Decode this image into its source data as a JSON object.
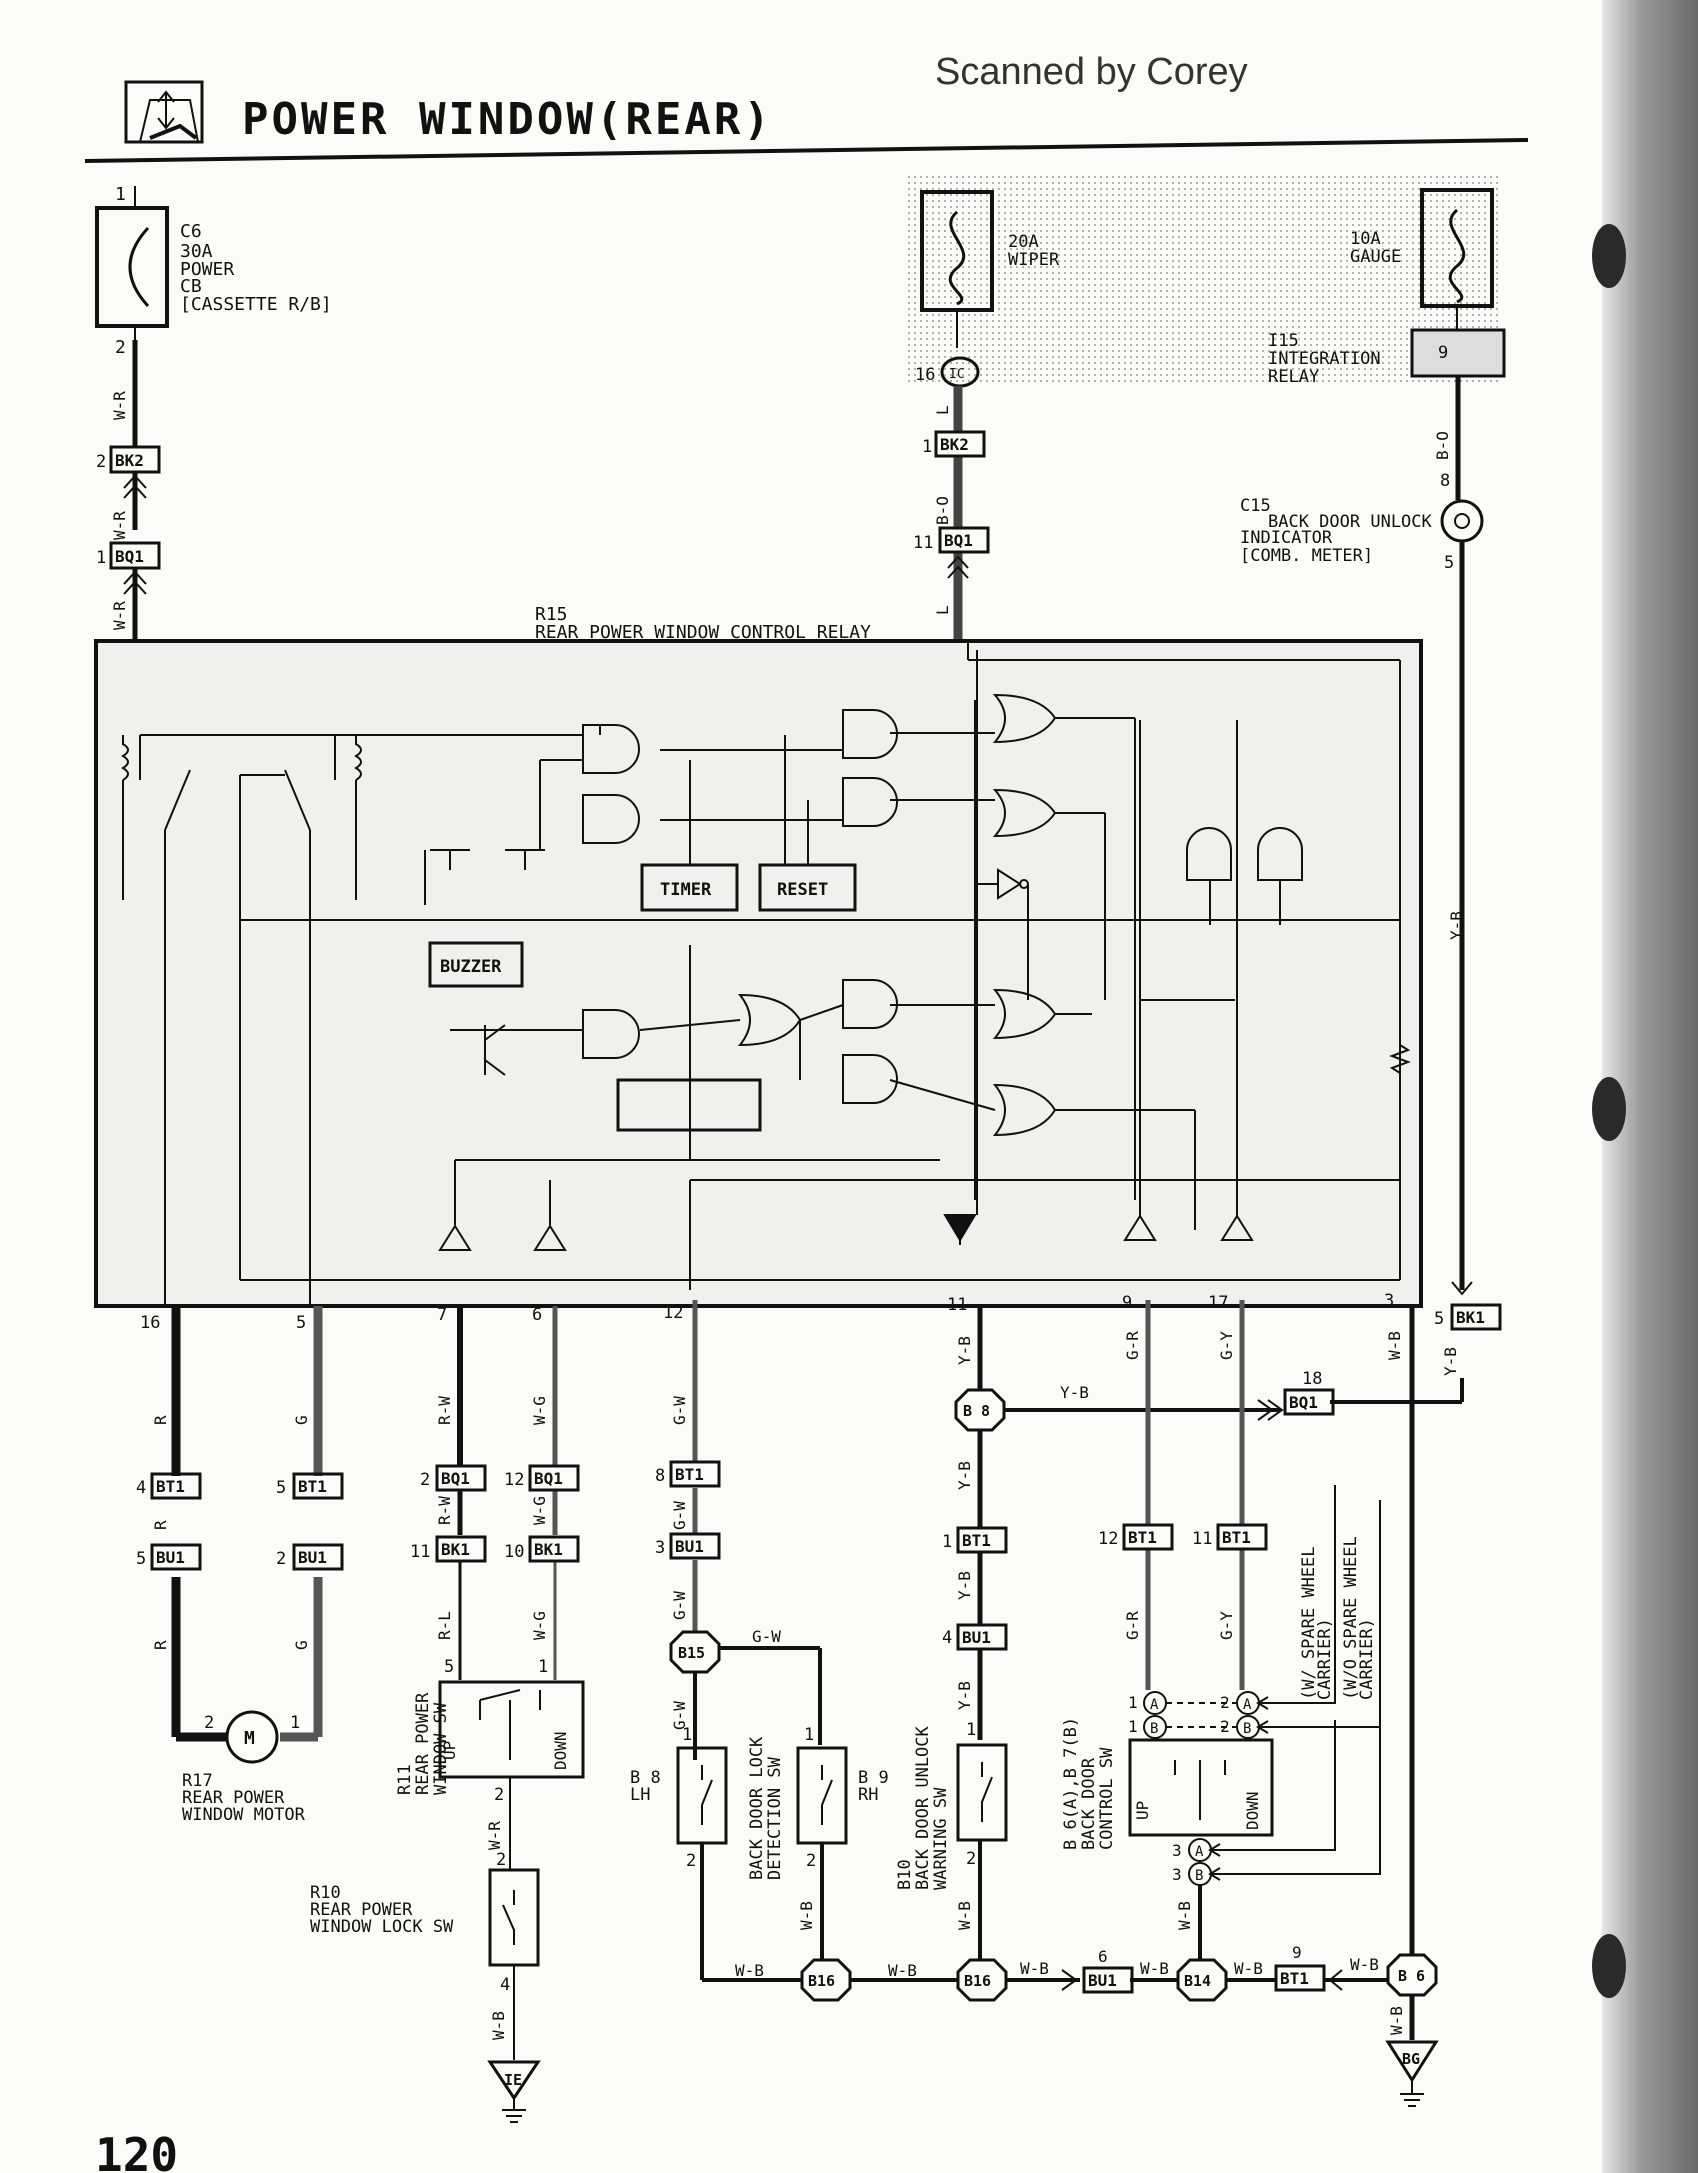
{
  "header": {
    "title": "POWER WINDOW(REAR)",
    "scanner_note": "Scanned by Corey",
    "page_number": "120"
  },
  "components": {
    "c6": [
      "C6",
      "30A",
      "POWER",
      "CB",
      "[CASSETTE R/B]"
    ],
    "wiper_fuse": [
      "20A",
      "WIPER"
    ],
    "gauge_fuse": [
      "10A",
      "GAUGE"
    ],
    "i15": [
      "I15",
      "INTEGRATION",
      "RELAY"
    ],
    "c15": [
      "C15",
      "BACK DOOR UNLOCK",
      "INDICATOR",
      "[COMB. METER]"
    ],
    "r15": [
      "R15",
      "REAR POWER WINDOW CONTROL RELAY"
    ],
    "timer": "TIMER",
    "reset": "RESET",
    "buzzer": "BUZZER",
    "r17": [
      "R17",
      "REAR POWER",
      "WINDOW MOTOR"
    ],
    "r11": [
      "R11",
      "REAR POWER",
      "WINDOW SW"
    ],
    "r10": [
      "R10",
      "REAR POWER",
      "WINDOW LOCK SW"
    ],
    "b8": [
      "B 8",
      "LH"
    ],
    "b9": [
      "B 9",
      "RH"
    ],
    "lock_detect": [
      "BACK DOOR LOCK",
      "DETECTION SW"
    ],
    "b10": [
      "B10",
      "BACK DOOR UNLOCK",
      "WARNING SW"
    ],
    "b6b7": [
      "B 6(A),B 7(B)",
      "BACK DOOR",
      "CONTROL SW"
    ],
    "spare_with": [
      "(W/ SPARE WHEEL",
      "CARRIER)"
    ],
    "spare_without": [
      "(W/O SPARE WHEEL",
      "CARRIER)"
    ],
    "sw_up": "UP",
    "sw_down": "DOWN",
    "motor_symbol": "M"
  },
  "connectors": {
    "bk2": "BK2",
    "bq1": "BQ1",
    "bt1": "BT1",
    "bu1": "BU1",
    "bk1": "BK1",
    "ic": "IC",
    "i15_pin": "9",
    "b8_splice": "B 8",
    "b15": "B15",
    "b16": "B16",
    "b14": "B14",
    "b6": "B 6",
    "ground_ie": "IE",
    "ground_bg": "BG",
    "sw_a": "A",
    "sw_b": "B"
  },
  "wire_colors": {
    "w_r": "W-R",
    "l": "L",
    "b_o": "B-O",
    "y_b": "Y-B",
    "r": "R",
    "g": "G",
    "r_w": "R-W",
    "w_g": "W-G",
    "g_w": "G-W",
    "g_r": "G-R",
    "g_y": "G-Y",
    "w_b": "W-B",
    "r_l": "R-L"
  },
  "pins": {
    "p1": "1",
    "p2": "2",
    "p3": "3",
    "p4": "4",
    "p5": "5",
    "p6": "6",
    "p7": "7",
    "p8": "8",
    "p9": "9",
    "p10": "10",
    "p11": "11",
    "p12": "12",
    "p16": "16",
    "p17": "17",
    "p18": "18"
  }
}
